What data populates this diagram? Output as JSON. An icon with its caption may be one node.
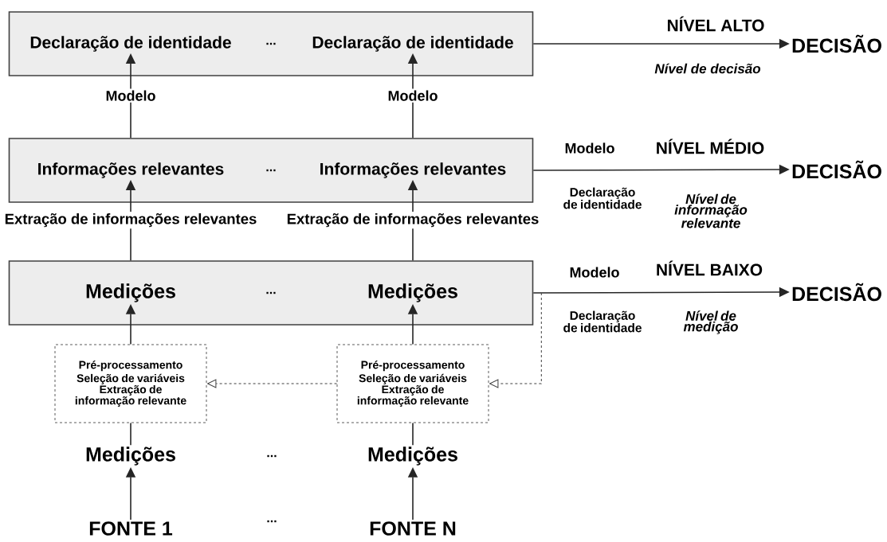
{
  "diagram": {
    "nodes": [
      {
        "text": [
          "..."
        ]
      },
      {
        "text": [
          "Declaração de identidade"
        ],
        "in": 0
      },
      {
        "text": [
          "Declaração de identidade"
        ],
        "in": 0
      },
      {
        "text": [
          "..."
        ]
      },
      {
        "text": [
          "Informações relevantes"
        ],
        "in": 3
      },
      {
        "text": [
          "Informações relevantes"
        ],
        "in": 3
      },
      {
        "text": [
          "..."
        ]
      },
      {
        "text": [
          "Medições"
        ],
        "in": 6
      },
      {
        "text": [
          "Medições"
        ],
        "in": 6
      },
      {
        "text": [
          "Pré-processamento",
          "Seleção de variáveis",
          "Extração de informação relevante"
        ]
      },
      {
        "text": [
          "Pré-processamento",
          "Seleção de variáveis",
          "Extração de informação relevante"
        ]
      },
      {
        "text": [
          "Medições"
        ]
      },
      {
        "text": [
          "Medições"
        ]
      },
      {
        "text": [
          "FONTE 1"
        ]
      },
      {
        "text": [
          "FONTE N"
        ]
      },
      {
        "text": [
          "DECISÃO"
        ]
      },
      {
        "text": [
          "DECISÃO"
        ]
      },
      {
        "text": [
          "DECISÃO"
        ]
      }
    ],
    "edges": [
      {
        "from": 13,
        "to": 11,
        "arrow": "to"
      },
      {
        "from": 14,
        "to": 12,
        "arrow": "to"
      },
      {
        "from": 11,
        "to": 9,
        "arrow": "none"
      },
      {
        "from": 12,
        "to": 10,
        "arrow": "none"
      },
      {
        "from": 9,
        "to": 7,
        "arrow": "to"
      },
      {
        "from": 10,
        "to": 8,
        "arrow": "to"
      },
      {
        "from": 7,
        "to": 4,
        "arrow": "to",
        "label": "Extração de informações relevantes"
      },
      {
        "from": 8,
        "to": 5,
        "arrow": "to",
        "label": "Extração de informações relevantes"
      },
      {
        "from": 4,
        "to": 1,
        "arrow": "to",
        "label": "Modelo"
      },
      {
        "from": 5,
        "to": 2,
        "arrow": "to",
        "label": "Modelo"
      },
      {
        "from": 0,
        "to": 15,
        "arrow": "to",
        "label": "NÍVEL ALTO"
      },
      {
        "from": 3,
        "to": 16,
        "arrow": "to",
        "label": "NÍVEL MÉDIO"
      },
      {
        "from": 6,
        "to": 17,
        "arrow": "to",
        "label": "NÍVEL BAIXO"
      },
      {
        "from": 6,
        "to": 10,
        "arrow": "to",
        "style": "dashed"
      },
      {
        "from": 10,
        "to": 9,
        "arrow": "to",
        "style": "dashed"
      }
    ],
    "labels": [
      "Nível de decisão",
      "Modelo",
      "Declaração de identidade",
      "Nível de informação relevante",
      "Modelo",
      "Declaração de identidade",
      "Nível de medição",
      "...",
      "..."
    ]
  }
}
